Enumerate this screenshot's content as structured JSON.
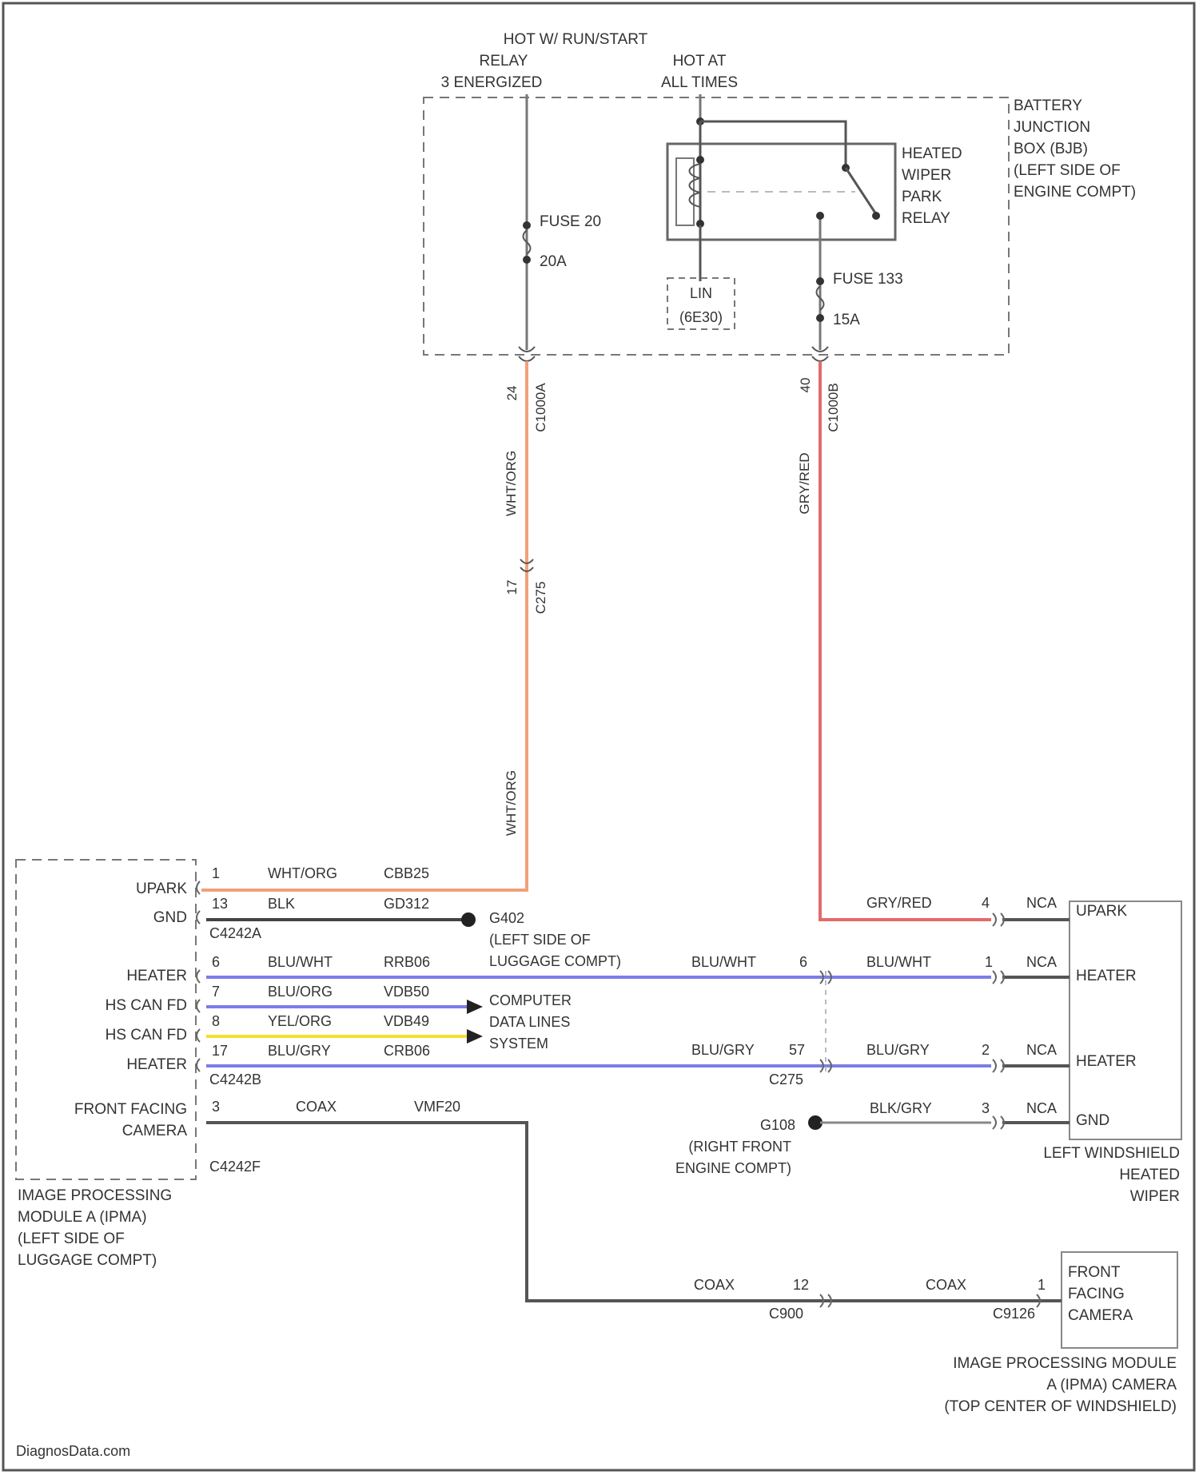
{
  "top_labels": {
    "hot_run_start": [
      "HOT W/ RUN/START",
      "RELAY",
      "3 ENERGIZED"
    ],
    "hot_at_all_times": [
      "HOT AT",
      "ALL TIMES"
    ]
  },
  "bjb": {
    "label": [
      "BATTERY",
      "JUNCTION",
      "BOX (BJB)",
      "(LEFT SIDE OF",
      "ENGINE COMPT)"
    ],
    "relay_label": [
      "HEATED",
      "WIPER",
      "PARK",
      "RELAY"
    ],
    "fuse20_name": "FUSE 20",
    "fuse20_rating": "20A",
    "fuse133_name": "FUSE 133",
    "fuse133_rating": "15A",
    "lin_label": "LIN",
    "lin_ref": "(6E30)"
  },
  "vertical_wires": {
    "left_pin": "24",
    "left_connector": "C1000A",
    "left_color": "WHT/ORG",
    "mid_pin": "17",
    "mid_connector": "C275",
    "lower_color": "WHT/ORG",
    "right_pin": "40",
    "right_connector": "C1000B",
    "right_color": "GRY/RED"
  },
  "ipma": {
    "label": [
      "IMAGE PROCESSING",
      "MODULE A (IPMA)",
      "(LEFT SIDE OF",
      "LUGGAGE COMPT)"
    ],
    "pins": [
      {
        "name": "UPARK",
        "pin": "1",
        "color": "WHT/ORG",
        "circuit": "CBB25"
      },
      {
        "name": "GND",
        "pin": "13",
        "color": "BLK",
        "circuit": "GD312"
      },
      {
        "name": "HEATER",
        "pin": "6",
        "color": "BLU/WHT",
        "circuit": "RRB06"
      },
      {
        "name": "HS CAN FD",
        "pin": "7",
        "color": "BLU/ORG",
        "circuit": "VDB50"
      },
      {
        "name": "HS CAN FD",
        "pin": "8",
        "color": "YEL/ORG",
        "circuit": "VDB49"
      },
      {
        "name": "HEATER",
        "pin": "17",
        "color": "BLU/GRY",
        "circuit": "CRB06"
      },
      {
        "name_lines": [
          "FRONT FACING",
          "CAMERA"
        ],
        "pin": "3",
        "color": "COAX",
        "circuit": "VMF20"
      }
    ],
    "connector_a": "C4242A",
    "connector_b": "C4242B",
    "connector_f": "C4242F"
  },
  "ground_g402": {
    "label": "G402",
    "desc": [
      "(LEFT SIDE OF",
      "LUGGAGE COMPT)"
    ]
  },
  "ground_g108": {
    "label": "G108",
    "desc": [
      "(RIGHT FRONT",
      "ENGINE COMPT)"
    ]
  },
  "data_lines": [
    "COMPUTER",
    "DATA LINES",
    "SYSTEM"
  ],
  "c275": {
    "label": "C275",
    "heater1_color": "BLU/WHT",
    "heater1_pin": "6",
    "heater2_color": "BLU/GRY",
    "heater2_pin": "57"
  },
  "wiper": {
    "label": [
      "LEFT WINDSHIELD",
      "HEATED",
      "WIPER"
    ],
    "pins": [
      {
        "name": "UPARK",
        "pin": "4",
        "color": "GRY/RED",
        "nca": "NCA"
      },
      {
        "name": "HEATER",
        "pin": "1",
        "color": "BLU/WHT",
        "nca": "NCA"
      },
      {
        "name": "HEATER",
        "pin": "2",
        "color": "BLU/GRY",
        "nca": "NCA"
      },
      {
        "name": "GND",
        "pin": "3",
        "color": "BLK/GRY",
        "nca": "NCA"
      }
    ]
  },
  "camera": {
    "label": [
      "FRONT",
      "FACING",
      "CAMERA"
    ],
    "caption": [
      "IMAGE PROCESSING MODULE",
      "A (IPMA) CAMERA",
      "(TOP CENTER OF WINDSHIELD)"
    ],
    "coax_left": "COAX",
    "pin_left": "12",
    "connector_left": "C900",
    "coax_right": "COAX",
    "pin_right": "1",
    "connector_right": "C9126"
  },
  "watermark": "DiagnosData.com",
  "colors": {
    "wht_org": "#f2a07a",
    "gry_red": "#e36a6a",
    "blue": "#7b7ee6",
    "yellow": "#f1e12a",
    "black": "#444444",
    "gray": "#888888"
  }
}
